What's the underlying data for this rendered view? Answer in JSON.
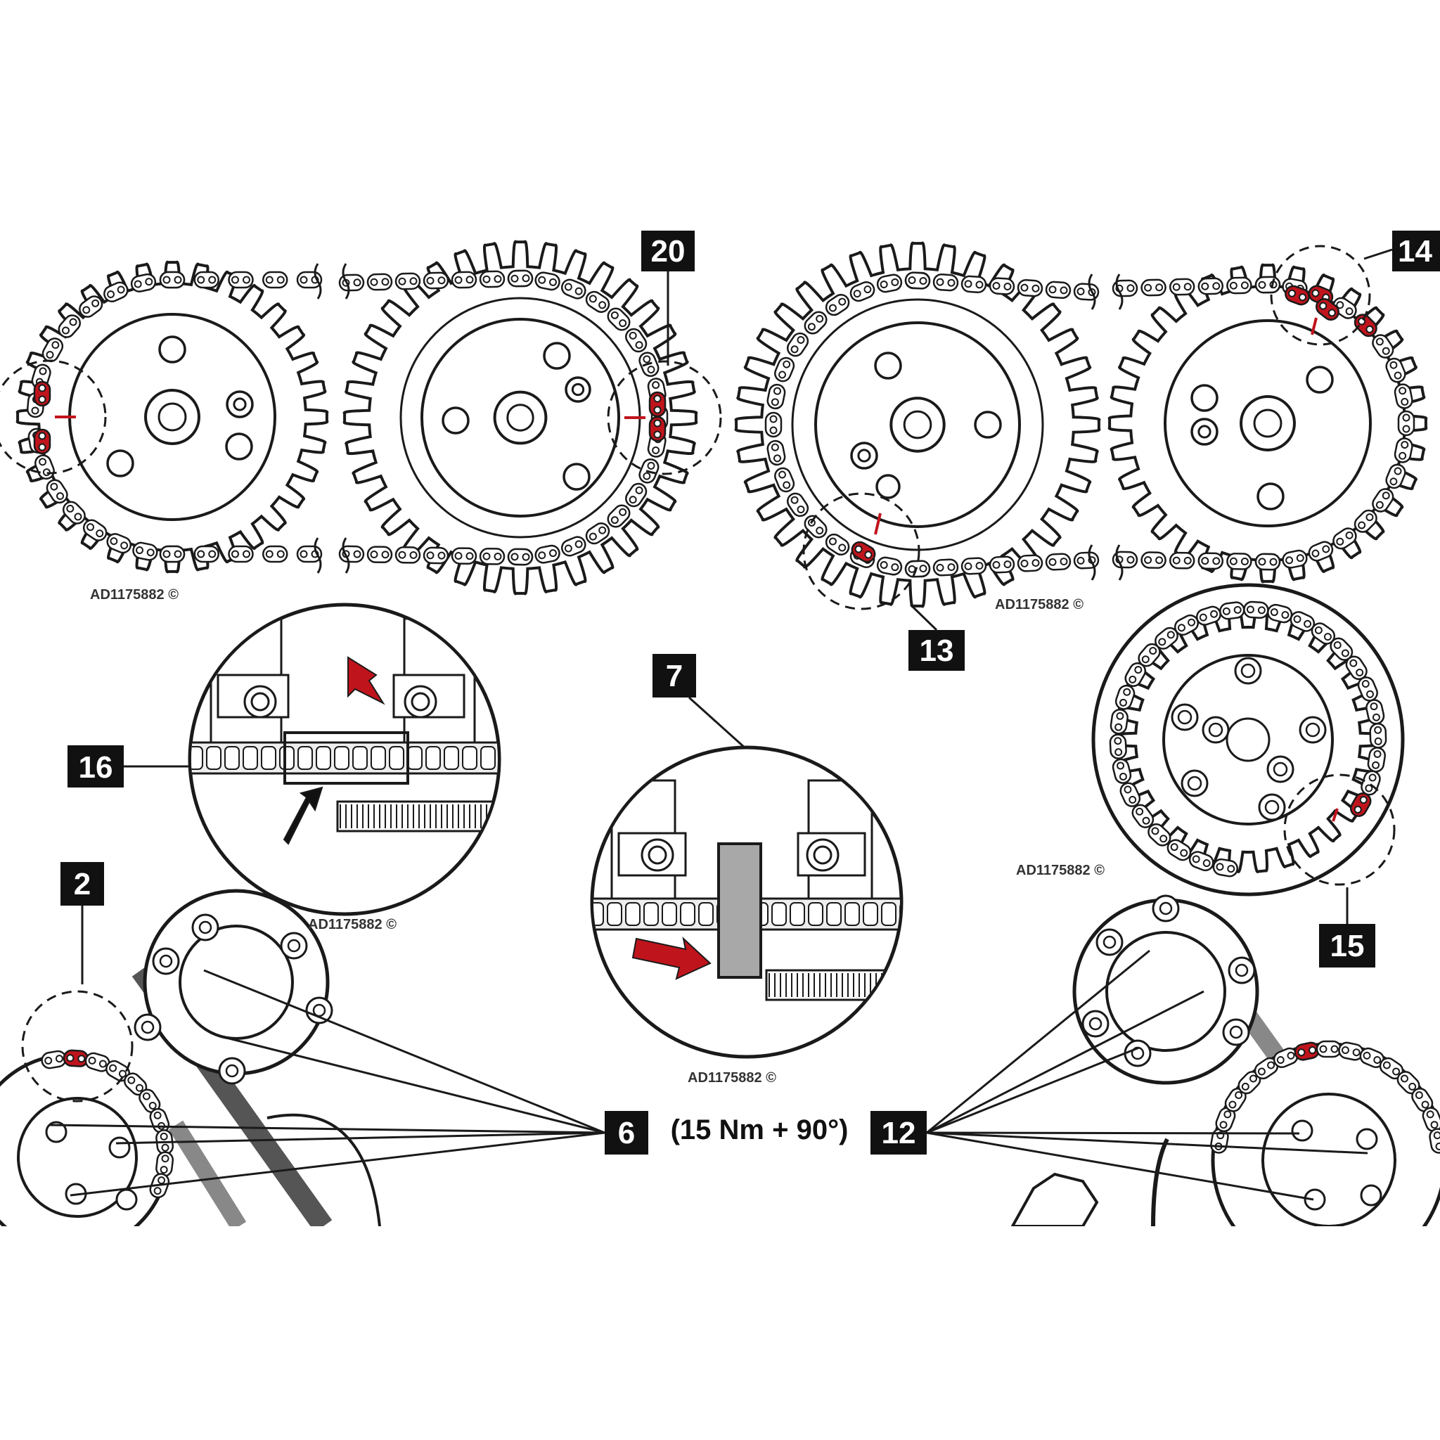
{
  "colors": {
    "background": "#ffffff",
    "line": "#1a1a1a",
    "marked_link": "#c0141c",
    "tag_bg": "#111111",
    "tag_fg": "#ffffff",
    "tool": "#a8a8a8"
  },
  "callouts": {
    "c20": "20",
    "c14": "14",
    "c13": "13",
    "c16": "16",
    "c7": "7",
    "c2": "2",
    "c15": "15",
    "c6": "6",
    "c12": "12"
  },
  "torque_spec": "(15 Nm + 90°)",
  "copyright": {
    "top_left": "AD1175882 ©",
    "top_right": "AD1175882 ©",
    "detail_16": "AD1175882 ©",
    "detail_7": "AD1175882 ©",
    "detail_15": "AD1175882 ©"
  },
  "icons": [
    "sprocket-icon",
    "timing-chain-icon",
    "marked-link-icon",
    "arrow-icon",
    "locking-tool-icon"
  ]
}
